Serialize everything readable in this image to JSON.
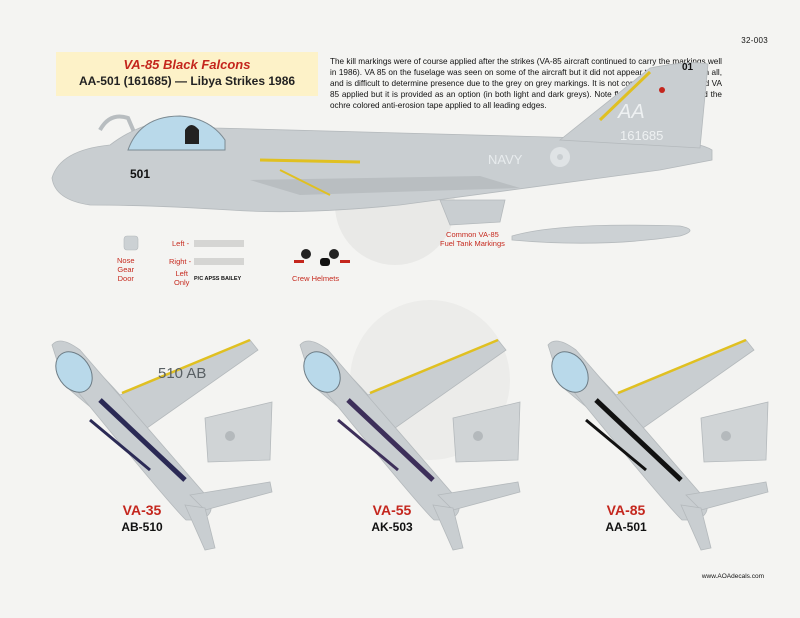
{
  "sheet": {
    "number": "32-003",
    "website": "www.AOAdecals.com"
  },
  "title": {
    "main": "VA-85 Black Falcons",
    "sub": "AA-501 (161685) — Libya Strikes 1986"
  },
  "notes": "The kill markings were of course applied after the strikes (VA-85 aircraft continued to carry the markings well in 1986). VA 85 on the fuselage was seen on some of the aircraft but it did not appear to be standard on all, and is difficult to determine presence due to the grey on grey markings. It is not confirmed if AA-501 had VA 85 applied but it is provided as an option (in both light and dark greys). Note flak curtains installed and the ochre colored anti-erosion tape applied to all leading edges.",
  "profile": {
    "nose_modex": "501",
    "tail_modex": "01",
    "bureau_number": "161685",
    "navy_text": "NAVY",
    "tail_letters": "AA"
  },
  "labels": {
    "nose_gear_door": [
      "Nose",
      "Gear",
      "Door"
    ],
    "left": "Left -",
    "right": "Right -",
    "left_only": [
      "Left",
      "Only"
    ],
    "name_tag": "P/C APSS BAILEY",
    "crew_helmets": "Crew Helmets",
    "fuel_tank": [
      "Common VA-85",
      "Fuel Tank Markings"
    ]
  },
  "squadrons": [
    {
      "name": "VA-35",
      "modex": "AB-510",
      "wing_code": "510 AB"
    },
    {
      "name": "VA-55",
      "modex": "AK-503",
      "wing_code": ""
    },
    {
      "name": "VA-85",
      "modex": "AA-501",
      "wing_code": ""
    }
  ],
  "colors": {
    "aircraft_grey": "#c9ced1",
    "dark_grey": "#9ea4a8",
    "ochre": "#e0c021",
    "canopy": "#b9d9ea",
    "title_red": "#c4261d",
    "title_box": "#fdf2c8",
    "vis_navy": "#2b2a55",
    "vis_purple": "#3d2f5a"
  }
}
